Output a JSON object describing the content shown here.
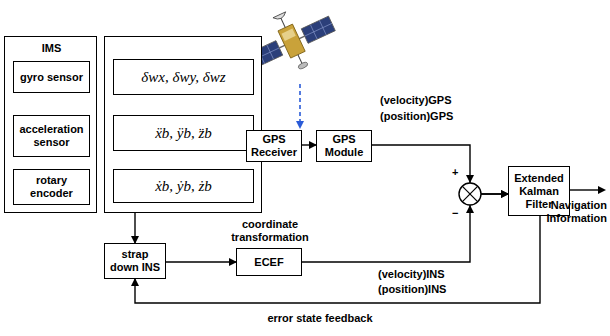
{
  "diagram": {
    "nodes": [
      {
        "text": [
          "IMS"
        ]
      },
      {
        "text": [
          "gyro sensor"
        ],
        "in": 0
      },
      {
        "text": [
          "acceleration sensor"
        ],
        "in": 0
      },
      {
        "text": [
          "rotary encoder"
        ],
        "in": 0
      },
      {
        "text": [
          "δwx, δwy, δwz",
          "ẍb, ÿb, z̈b",
          "ẋb, ẏb, żb"
        ]
      },
      {
        "text": [
          "GPS Receiver"
        ]
      },
      {
        "text": [
          "GPS Module"
        ]
      },
      {
        "text": [
          "Extended Kalman Filter"
        ]
      },
      {
        "text": [
          "strap down INS"
        ]
      },
      {
        "text": [
          "ECEF"
        ]
      }
    ],
    "edges": [
      {
        "from": 4,
        "to": 5,
        "arrow": "to"
      },
      {
        "from": 5,
        "to": 6,
        "arrow": "to"
      },
      {
        "from": 6,
        "to": 7,
        "arrow": "to"
      },
      {
        "from": 9,
        "to": 7,
        "arrow": "to"
      },
      {
        "from": 4,
        "to": 8,
        "arrow": "to"
      },
      {
        "from": 8,
        "to": 9,
        "arrow": "to"
      },
      {
        "from": 7,
        "to": 8,
        "arrow": "to"
      }
    ],
    "labels": [
      "(velocity)GPS",
      "(position)GPS",
      "+",
      "−",
      "coordinate transformation",
      "(velocity)INS",
      "(position)INS",
      "Navigation Information",
      "error state feedback"
    ]
  }
}
